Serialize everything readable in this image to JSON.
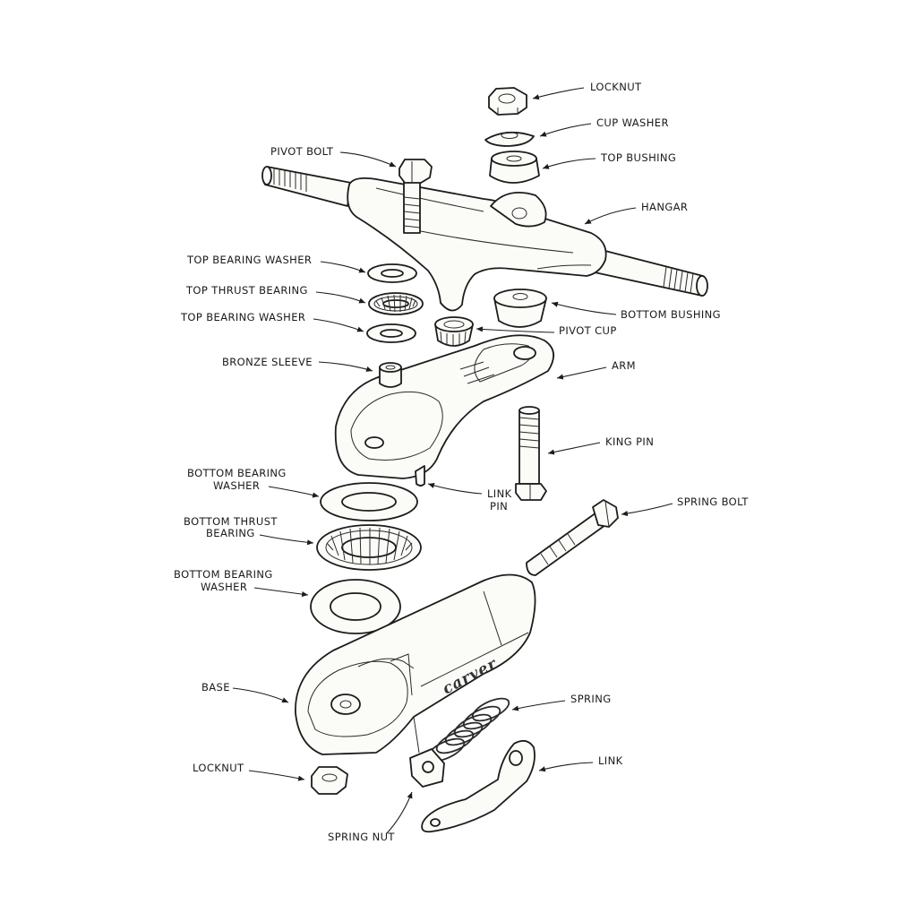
{
  "labels": {
    "locknut_top": "LOCKNUT",
    "cup_washer": "CUP WASHER",
    "top_bushing": "TOP BUSHING",
    "pivot_bolt": "PIVOT BOLT",
    "hangar": "HANGAR",
    "top_bearing_washer_1": "TOP BEARING WASHER",
    "top_thrust_bearing": "TOP THRUST BEARING",
    "top_bearing_washer_2": "TOP BEARING WASHER",
    "bottom_bushing": "BOTTOM BUSHING",
    "pivot_cup": "PIVOT CUP",
    "bronze_sleeve": "BRONZE SLEEVE",
    "arm": "ARM",
    "king_pin": "KING PIN",
    "bottom_bearing_washer_1": [
      "BOTTOM BEARING",
      "WASHER"
    ],
    "link_pin": [
      "LINK",
      "PIN"
    ],
    "spring_bolt": "SPRING BOLT",
    "bottom_thrust_bearing": [
      "BOTTOM THRUST",
      "BEARING"
    ],
    "bottom_bearing_washer_2": [
      "BOTTOM BEARING",
      "WASHER"
    ],
    "base": "BASE",
    "spring": "SPRING",
    "locknut_bottom": "LOCKNUT",
    "link": "LINK",
    "spring_nut": "SPRING NUT"
  },
  "brand_text": "carver",
  "colors": {
    "ink": "#1c1c1c",
    "paper": "#ffffff"
  }
}
